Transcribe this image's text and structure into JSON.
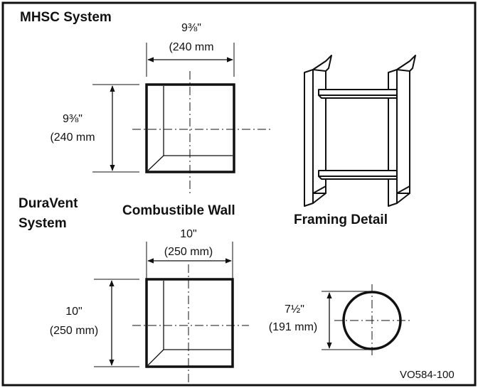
{
  "labels": {
    "mhsc_title": "MHSC System",
    "duravent_line1": "DuraVent",
    "duravent_line2": "System",
    "combustible_wall": "Combustible Wall",
    "framing_detail": "Framing Detail",
    "figure_id": "VO584-100"
  },
  "dimensions": {
    "mhsc_width_in": "9⅜\"",
    "mhsc_width_mm": "(240 mm",
    "mhsc_height_in": "9⅜\"",
    "mhsc_height_mm": "(240 mm",
    "dura_width_in": "10\"",
    "dura_width_mm": "(250 mm)",
    "dura_height_in": "10\"",
    "dura_height_mm": "(250 mm)",
    "pipe_dia_in": "7½\"",
    "pipe_dia_mm": "(191 mm)"
  },
  "colors": {
    "ink": "#111111",
    "background": "#ffffff"
  }
}
